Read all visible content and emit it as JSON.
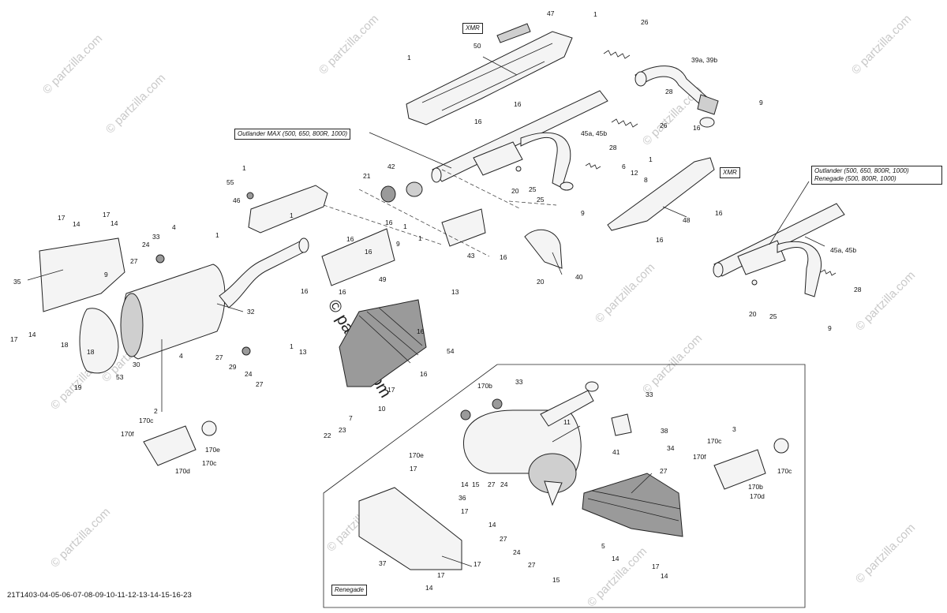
{
  "diagram_id": "21T1403-04-05-06-07-08-09-10-11-12-13-14-15-16-23",
  "labels": {
    "xmr_top": "XMR",
    "xmr_right": "XMR",
    "outlander_max": "Outlander MAX (500, 650, 800R, 1000)",
    "outlander_line1": "Outlander (500, 650, 800R, 1000)",
    "outlander_line2": "Renegade (500, 800R, 1000)",
    "renegade": "Renegade"
  },
  "watermarks": {
    "small": "© partzilla.com",
    "center": "© partzilla.com"
  },
  "colors": {
    "line": "#222222",
    "watermark": "#c9c9c9",
    "background": "#ffffff"
  },
  "callouts": [
    "47",
    "1",
    "26",
    "50",
    "1",
    "39a, 39b",
    "28",
    "9",
    "16",
    "16",
    "45a, 45b",
    "26",
    "16",
    "28",
    "42",
    "21",
    "1",
    "55",
    "46",
    "1",
    "6",
    "12",
    "8",
    "1",
    "20",
    "25",
    "25",
    "9",
    "48",
    "16",
    "16",
    "1",
    "1",
    "9",
    "16",
    "1",
    "16",
    "16",
    "49",
    "16",
    "43",
    "16",
    "40",
    "20",
    "45a, 45b",
    "28",
    "20",
    "25",
    "9",
    "17",
    "17",
    "14",
    "14",
    "24",
    "33",
    "4",
    "27",
    "35",
    "9",
    "17",
    "14",
    "18",
    "32",
    "18",
    "30",
    "53",
    "19",
    "4",
    "27",
    "29",
    "24",
    "27",
    "13",
    "1",
    "13",
    "16",
    "16",
    "54",
    "16",
    "17",
    "10",
    "7",
    "23",
    "22",
    "2",
    "170c",
    "170f",
    "170c",
    "170d",
    "170e",
    "170b",
    "33",
    "33",
    "11",
    "38",
    "41",
    "34",
    "3",
    "170c",
    "170f",
    "170c",
    "170b",
    "170d",
    "170e",
    "17",
    "14",
    "15",
    "27",
    "24",
    "27",
    "36",
    "17",
    "14",
    "27",
    "24",
    "27",
    "15",
    "5",
    "14",
    "17",
    "14",
    "17",
    "37",
    "17",
    "14",
    "17"
  ]
}
